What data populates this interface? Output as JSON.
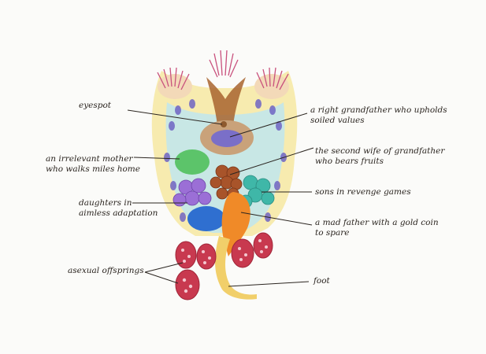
{
  "diagram": {
    "labels": {
      "eyespot": [
        "eyespot"
      ],
      "mother": [
        "an irrelevant mother",
        "who walks miles home"
      ],
      "daughters": [
        "daughters in",
        "aimless adaptation"
      ],
      "offsprings": [
        "asexual offsprings"
      ],
      "grandfather": [
        "a right grandfather who upholds",
        "soiled values"
      ],
      "second_wife": [
        "the second wife of grandfather",
        "who bears fruits"
      ],
      "sons": [
        "sons in revenge games"
      ],
      "father": [
        "a mad father with a gold coin",
        "to spare"
      ],
      "foot": [
        "foot"
      ]
    }
  },
  "colors": {
    "body_yellow": "#f6e9a6",
    "body_cyan": "#bfe6ee",
    "cell_purple": "#6f64c4",
    "brown": "#a8642f",
    "green": "#5cc46a",
    "purple": "#9b6fd6",
    "teal": "#3fb7a8",
    "blue": "#2f6fd0",
    "orange": "#f08a28",
    "red": "#c8394f",
    "pink_spines": "#c9517d",
    "line": "#2b2520"
  }
}
